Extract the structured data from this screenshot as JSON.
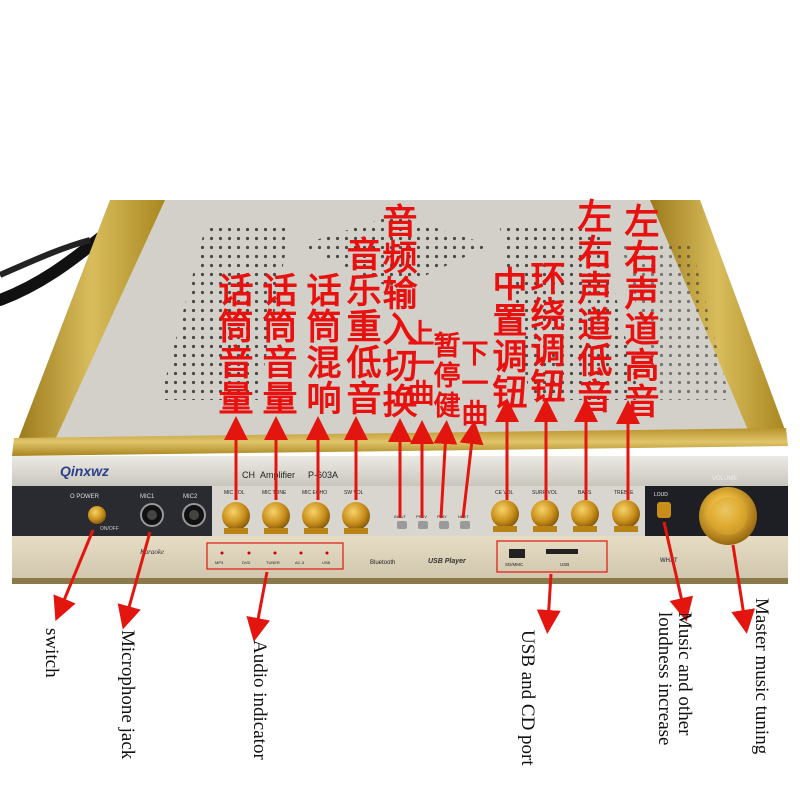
{
  "brand": "Qinxwz",
  "model": {
    "ch": "CH",
    "amplifier": "Amplifier",
    "number": "P-603A"
  },
  "front_panel": {
    "power_label": "O POWER",
    "on_off": "ON/OFF",
    "mic1": "MIC1",
    "mic2": "MIC2",
    "knob_labels": [
      "MIC VOL",
      "MIC TONE",
      "MIC ECHO",
      "SW VOL"
    ],
    "button_labels": [
      "INPUT",
      "PREV",
      "PLAY",
      "NEXT"
    ],
    "right_knob_labels": [
      "CE VOL",
      "SURR VOL",
      "BASS",
      "TREBLE"
    ],
    "loud": "LOUD",
    "volume": "VOLUME",
    "karaoke": "Karaoke",
    "indicators": [
      "MP3",
      "DVD",
      "TUNER",
      "AC-3",
      "USB"
    ],
    "bluetooth": "Bluetooth",
    "usb_player": "USB Player",
    "sd_mmc": "SD/MMC",
    "usb": "USB",
    "small_logo": "WHAT"
  },
  "chinese_labels": [
    "话筒音量",
    "话筒音量",
    "话筒混响",
    "音乐重低音",
    "音频输入切换",
    "上一曲",
    "暂停健",
    "下一曲",
    "中置调钮",
    "环绕调钮",
    "左右声道低音",
    "左右声道高音"
  ],
  "english_labels": {
    "switch": "switch",
    "microphone_jack": "Microphone jack",
    "audio_indicator": "Audio indicator",
    "usb_cd_port": "USB and CD port",
    "music_loudness": "Music and other\nloudness increase",
    "master_tuning": "Master music tuning"
  },
  "colors": {
    "gold": "#c9a63a",
    "panel_silver": "#d9d6cf",
    "panel_dark": "#1e1f24",
    "label_red": "#e8110f",
    "arrow_red": "#e3160f"
  }
}
